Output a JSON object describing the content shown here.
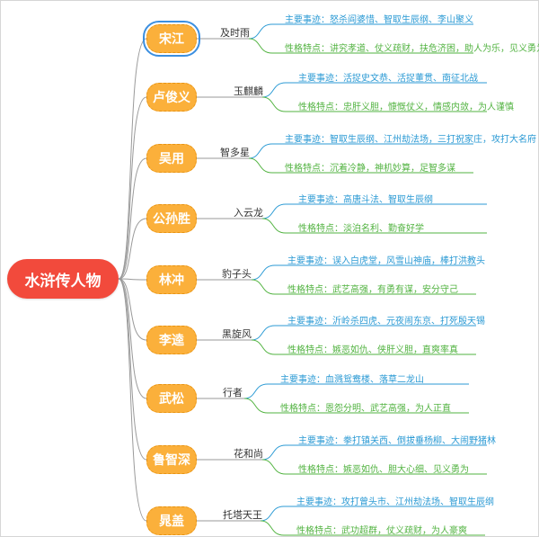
{
  "colors": {
    "root": "#f24a3c",
    "branch": "#fbb03b",
    "event_text": "#2b9ad4",
    "trait_text": "#52b341",
    "event_line": "#2b9ad4",
    "trait_line": "#52b341"
  },
  "root": {
    "label": "水浒传人物"
  },
  "characters": [
    {
      "name": "宋江",
      "nickname": "及时雨",
      "events": "主要事迹：怒杀阎婆惜、智取生辰纲、李山聚义",
      "traits": "性格特点：讲究孝道、仗义疏财，扶危济困，助人为乐，见义勇为"
    },
    {
      "name": "卢俊义",
      "nickname": "玉麒麟",
      "events": "主要事迹：活捉史文恭、活捉董贯、南征北战",
      "traits": "性格特点：忠肝义胆，慷慨仗义，情感内敛，为人谨慎"
    },
    {
      "name": "吴用",
      "nickname": "智多星",
      "events": "主要事迹：智取生辰纲、江州劫法场，三打祝家庄，攻打大名府",
      "traits": "性格特点：沉着冷静，神机妙算，足智多谋"
    },
    {
      "name": "公孙胜",
      "nickname": "入云龙",
      "events": "主要事迹：高唐斗法、智取生辰纲",
      "traits": "性格特点：淡泊名利、勤奋好学"
    },
    {
      "name": "林冲",
      "nickname": "豹子头",
      "events": "主要事迹：误入白虎堂，风雪山神庙，棒打洪教头",
      "traits": "性格特点：武艺高强，有勇有谋，安分守己"
    },
    {
      "name": "李逵",
      "nickname": "黑旋风",
      "events": "主要事迹：沂岭杀四虎、元夜闹东京、打死殷天锡",
      "traits": "性格特点：嫉恶如仇、侠肝义胆，直爽率真"
    },
    {
      "name": "武松",
      "nickname": "行者",
      "events": "主要事迹：血溅鸳鸯楼、落草二龙山",
      "traits": "性格特点：恩怨分明、武艺高强，为人正直"
    },
    {
      "name": "鲁智深",
      "nickname": "花和尚",
      "events": "主要事迹：拳打镇关西、倒拔垂杨柳、大闹野猪林",
      "traits": "性格特点：嫉恶如仇、胆大心细、见义勇为"
    },
    {
      "name": "晁盖",
      "nickname": "托塔天王",
      "events": "主要事迹：攻打曾头市、江州劫法场、智取生辰纲",
      "traits": "性格特点：武功超群，仗义疏财，为人豪爽"
    }
  ]
}
